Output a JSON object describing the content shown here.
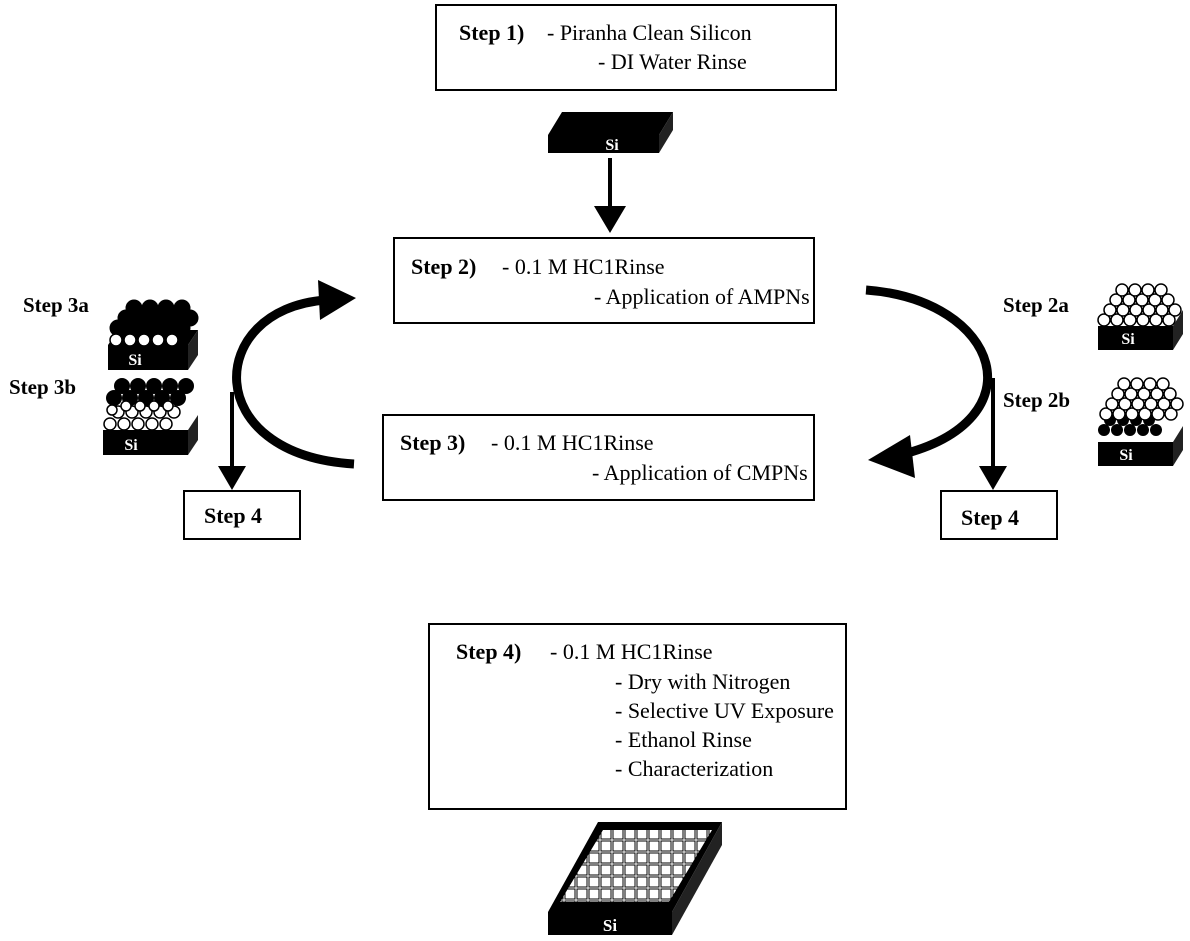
{
  "step1": {
    "title": "Step 1)",
    "lines": [
      "- Piranha Clean Silicon",
      "- DI Water Rinse"
    ]
  },
  "step2": {
    "title": "Step 2)",
    "lines": [
      "- 0.1 M HC1Rinse",
      "- Application of AMPNs"
    ]
  },
  "step3": {
    "title": "Step 3)",
    "lines": [
      "- 0.1 M HC1Rinse",
      "- Application of CMPNs"
    ]
  },
  "step4": {
    "title": "Step 4)",
    "lines": [
      "- 0.1 M HC1Rinse",
      "- Dry with Nitrogen",
      "- Selective UV Exposure",
      "- Ethanol Rinse",
      "- Characterization"
    ]
  },
  "side_labels": {
    "step2a": "Step 2a",
    "step2b": "Step 2b",
    "step3a": "Step 3a",
    "step3b": "Step 3b"
  },
  "loop_boxes": {
    "left": "Step 4",
    "right": "Step 4"
  },
  "substrate_label": "Si"
}
